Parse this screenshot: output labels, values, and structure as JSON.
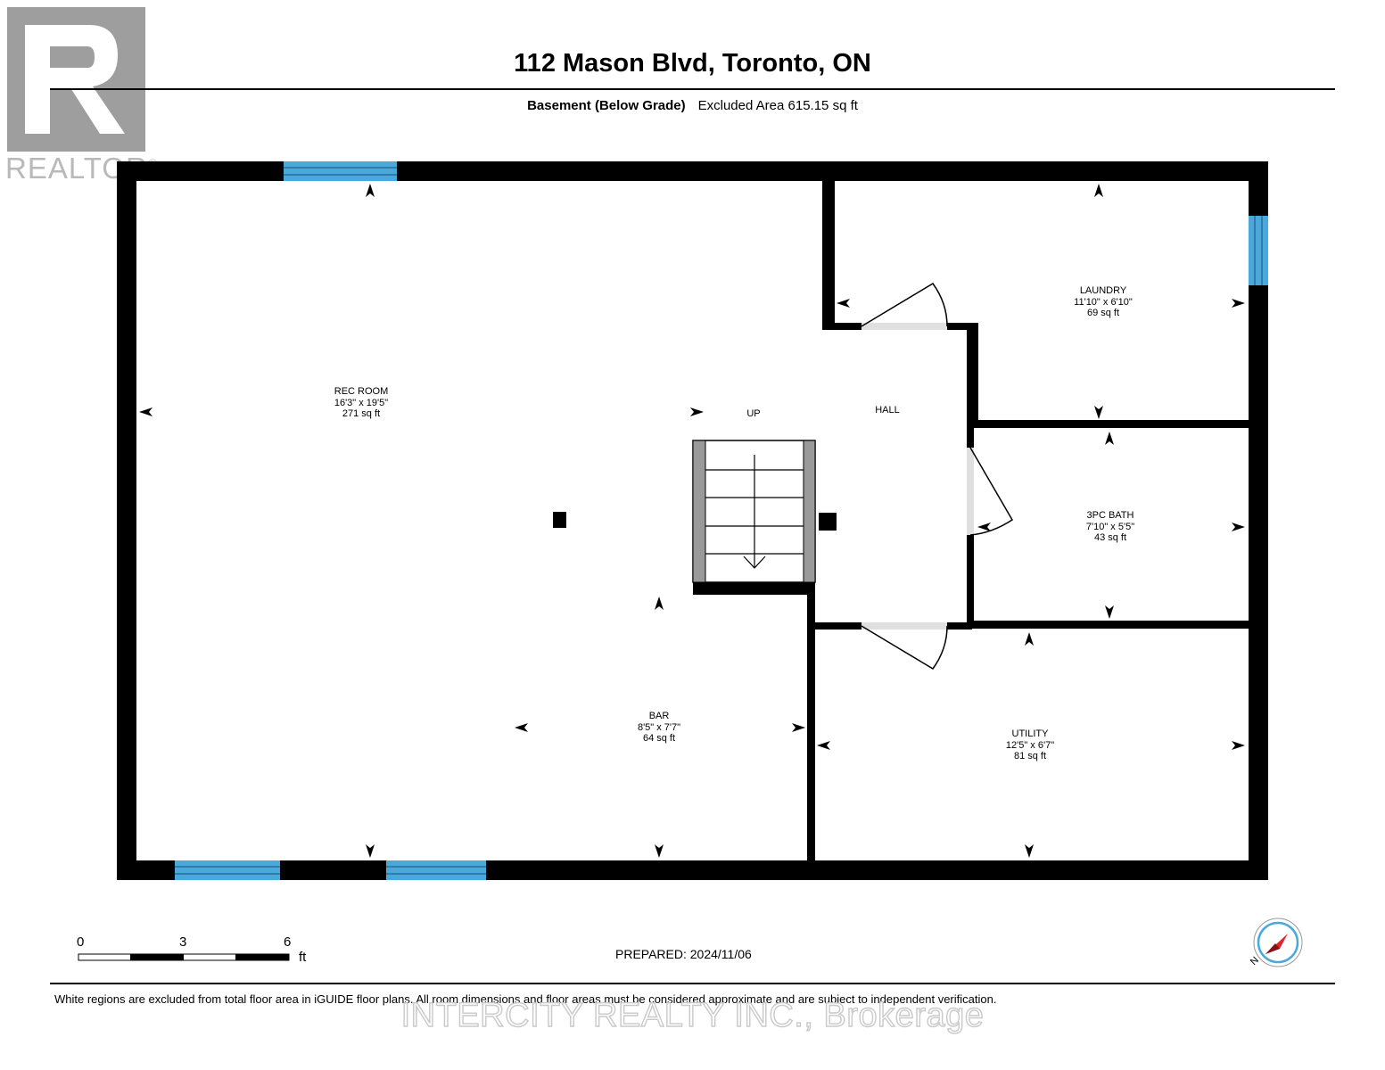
{
  "header": {
    "title": "112 Mason Blvd, Toronto, ON",
    "floor_name": "Basement (Below Grade)",
    "area_text": "Excluded Area 615.15 sq ft"
  },
  "logo": {
    "text": "REALTOR",
    "mark": "®"
  },
  "rooms": {
    "rec_room": {
      "name": "REC ROOM",
      "dims": "16'3\" x 19'5\"",
      "area": "271 sq ft"
    },
    "laundry": {
      "name": "LAUNDRY",
      "dims": "11'10\" x 6'10\"",
      "area": "69 sq ft"
    },
    "bath": {
      "name": "3PC BATH",
      "dims": "7'10\" x 5'5\"",
      "area": "43 sq ft"
    },
    "bar": {
      "name": "BAR",
      "dims": "8'5\" x 7'7\"",
      "area": "64 sq ft"
    },
    "utility": {
      "name": "UTILITY",
      "dims": "12'5\" x 6'7\"",
      "area": "81 sq ft"
    }
  },
  "labels": {
    "up": "UP",
    "hall": "HALL"
  },
  "scale": {
    "ticks": [
      "0",
      "3",
      "6"
    ],
    "unit": "ft"
  },
  "compass": {
    "label": "N"
  },
  "prepared": "PREPARED: 2024/11/06",
  "disclaimer": "White regions are excluded from total floor area in iGUIDE floor plans. All room dimensions and floor areas must be considered approximate and are subject to independent verification.",
  "watermark": "INTERCITY REALTY INC., Brokerage",
  "colors": {
    "wall": "#000000",
    "window": "#4aa9dc",
    "stair_side": "#9a9a9a",
    "door_threshold": "#d9d9d9",
    "compass_needle": "#e0242b",
    "compass_ring": "#4aa9dc"
  }
}
